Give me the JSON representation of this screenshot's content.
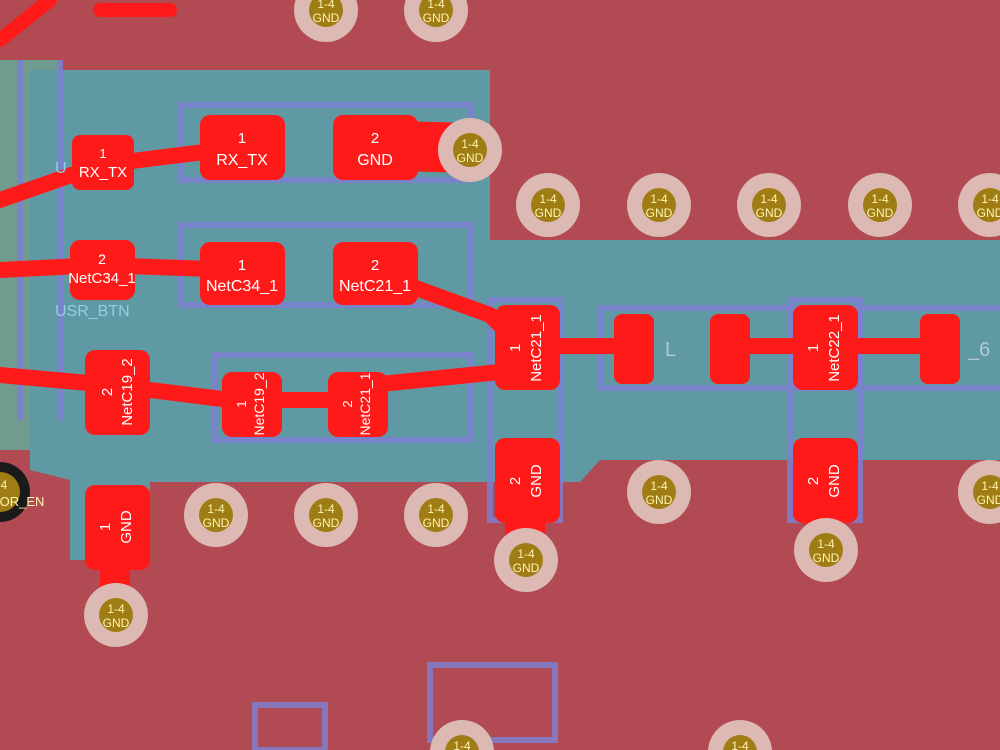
{
  "colors": {
    "copper_pour": "#b14a52",
    "copper_bright": "#ff1a1a",
    "keepout": "#5f9aa4",
    "silk_outline": "#7d7fd0",
    "via_ring": "#dcb9b3",
    "via_hole": "#a07c14",
    "label_white": "#ffffff",
    "via_label": "#fff4b0"
  },
  "silkscreen": {
    "usr_btn": "USR_BTN",
    "u_fragment": "U"
  },
  "pads": [
    {
      "pin": "1",
      "net": "RX_TX"
    },
    {
      "pin": "1",
      "net": "RX_TX"
    },
    {
      "pin": "2",
      "net": "GND"
    },
    {
      "pin": "2",
      "net": "NetC34_1"
    },
    {
      "pin": "1",
      "net": "NetC34_1"
    },
    {
      "pin": "2",
      "net": "NetC21_1"
    },
    {
      "pin": "2",
      "net": "NetC19_2"
    },
    {
      "pin": "1",
      "net": "NetC19_2"
    },
    {
      "pin": "2",
      "net": "NetC21_1"
    },
    {
      "pin": "1",
      "net": "NetC21_1"
    },
    {
      "pin": "",
      "net": ""
    },
    {
      "pin": "",
      "net": ""
    },
    {
      "pin": "1",
      "net": "NetC22_1"
    },
    {
      "pin": "",
      "net": ""
    },
    {
      "pin": "1",
      "net": "GND"
    },
    {
      "pin": "2",
      "net": "GND"
    },
    {
      "pin": "2",
      "net": "GND"
    }
  ],
  "via": {
    "layers": "1-4",
    "net": "GND"
  },
  "edge_labels": {
    "left_via_net": "OR_EN",
    "left_via_layers": "4",
    "right_fragment_1": "L",
    "right_fragment_2": "_6"
  }
}
